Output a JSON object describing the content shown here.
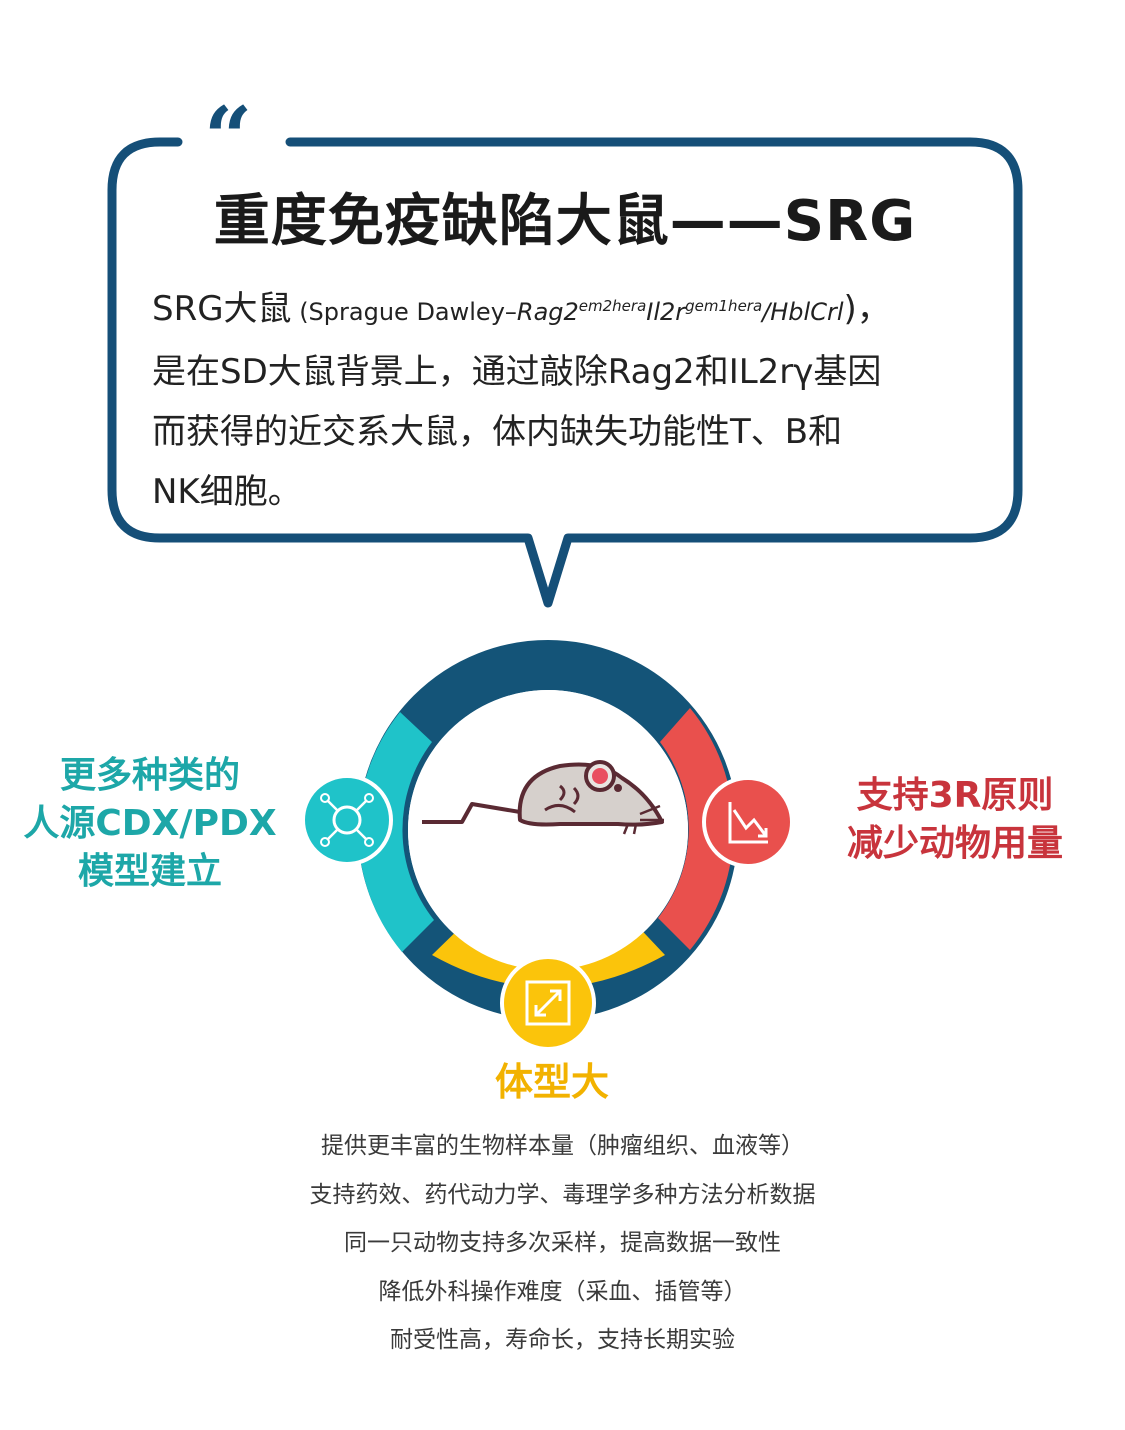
{
  "bubble": {
    "quote_icon": "quote-icon",
    "title": "重度免疫缺陷大鼠——SRG",
    "desc_lead": "SRG大鼠",
    "desc_sci_open": " (Sprague Dawley–",
    "desc_gene1": "Rag2",
    "desc_gene1_sup": "em2hera",
    "desc_gene2": "Il2r",
    "desc_gene2_sup": "gem1hera",
    "desc_strain": "/HblCrl",
    "desc_sci_close": ")，",
    "desc_line2": "是在SD大鼠背景上，通过敲除Rag2和IL2rγ基因",
    "desc_line3": "而获得的近交系大鼠，体内缺失功能性T、B和",
    "desc_line4": "NK细胞。"
  },
  "ring": {
    "center_icon": "rat-icon",
    "left_icon": "expand-arrows-icon",
    "right_icon": "trend-down-icon",
    "bottom_icon": "resize-icon",
    "colors": {
      "navy": "#145478",
      "teal": "#1fc3c9",
      "red": "#e9504d",
      "yellow": "#fbc40b"
    }
  },
  "labels": {
    "left": [
      "更多种类的",
      "人源CDX/PDX",
      "模型建立"
    ],
    "right": [
      "支持3R原则",
      "减少动物用量"
    ],
    "bottom": "体型大"
  },
  "features": [
    "提供更丰富的生物样本量（肿瘤组织、血液等）",
    "支持药效、药代动力学、毒理学多种方法分析数据",
    "同一只动物支持多次采样，提高数据一致性",
    "降低外科操作难度（采血、插管等）",
    "耐受性高，寿命长，支持长期实验"
  ]
}
